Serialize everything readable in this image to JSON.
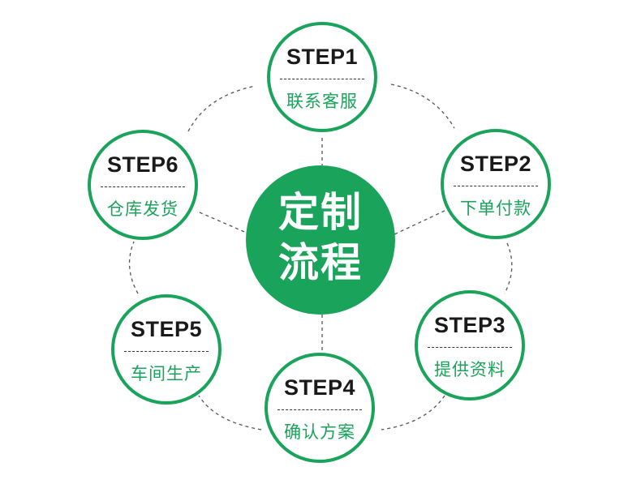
{
  "center": {
    "line1": "定制",
    "line2": "流程"
  },
  "steps": [
    {
      "title": "STEP1",
      "label": "联系客服"
    },
    {
      "title": "STEP2",
      "label": "下单付款"
    },
    {
      "title": "STEP3",
      "label": "提供资料"
    },
    {
      "title": "STEP4",
      "label": "确认方案"
    },
    {
      "title": "STEP5",
      "label": "车间生产"
    },
    {
      "title": "STEP6",
      "label": "仓库发货"
    }
  ],
  "colors": {
    "accent": "#1aa35a",
    "title_text": "#1a1a1a",
    "connector": "#555555",
    "background": "#ffffff"
  }
}
